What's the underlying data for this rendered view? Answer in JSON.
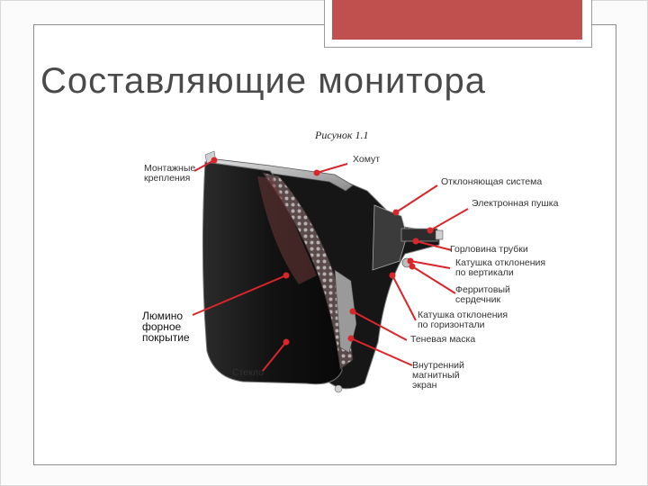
{
  "slide": {
    "title": "Составляющие монитора",
    "caption": "Рисунок 1.1",
    "accent_color": "#c0504d"
  },
  "diagram": {
    "subject": "crt-monitor-cutaway",
    "arrow_color": "#d9262b",
    "labels": {
      "mounting": "Монтажные\nкрепления",
      "clamp": "Хомут",
      "deflection_system": "Отклоняющая система",
      "electron_gun": "Электронная пушка",
      "tube_neck": "Горловина трубки",
      "vertical_coil": "Катушка отклонения\nпо вертикали",
      "ferrite_core": "Ферритовый\nсердечник",
      "horizontal_coil": "Катушка отклонения\nпо горизонтали",
      "shadow_mask": "Теневая маска",
      "inner_shield": "Внутренний\nмагнитный\nэкран",
      "phosphor": "Люмино\nфорное\nпокрытие",
      "glass": "Стекло"
    }
  }
}
